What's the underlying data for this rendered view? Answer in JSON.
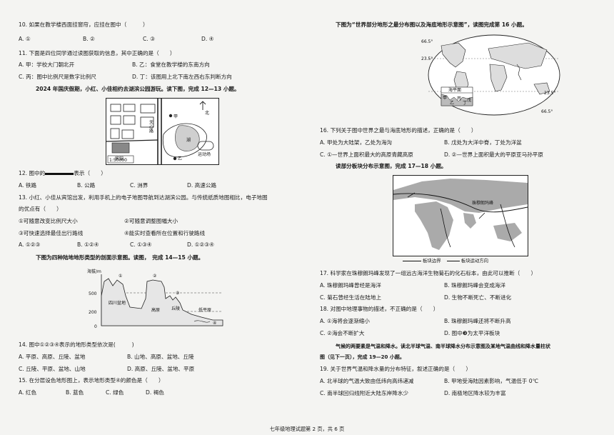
{
  "left": {
    "q10": {
      "stem": "10. 如果在教学楼西面挂窗帘，应挂在图中（　　　）",
      "a": "A. ①",
      "b": "B. ②",
      "c": "C. ③",
      "d": "D. ④"
    },
    "q11": {
      "stem": "11. 下面是四位同学通过读图获取的信息，其中正确的是（　　）",
      "a": "A. 甲：学校大门朝北开",
      "b": "B. 乙：食堂在教学楼的东南方向",
      "c": "C. 丙：图中比例尺是数字比例尺",
      "d": "D. 丁：该图用上北下南左西右东判断方向"
    },
    "intro12": "2024 年国庆假期，小红、小佳相约去湖滨公园游玩。读下图，完成 12—13 小题。",
    "map": {
      "scale": "1:50000",
      "labels": {
        "north": "北",
        "jia": "甲",
        "yi": "乙",
        "lake": "湖",
        "binguan": "宾馆",
        "sports": "运动场",
        "tianxin": "天心路",
        "hubin": "湖滨路"
      }
    },
    "q12": {
      "stem_pre": "12. 图中的",
      "stem_post": "表示（　　）",
      "a": "A. 铁路",
      "b": "B. 公路",
      "c": "C. 洲界",
      "d": "D. 高速公路"
    },
    "q13": {
      "stem1": "13. 小红、小佳从宾馆出发，利用手机上的电子地图导航到达湖滨公园。与传统纸质地图相比，电子地图",
      "stem2": "的优点有（　　）",
      "o1": "①可随意改变比例尺大小",
      "o2": "②可随意调整图幅大小",
      "o3": "③可快速选择最佳出行路线",
      "o4": "④能实时查看所在位置和行驶路线",
      "a": "A. ①②③",
      "b": "B. ①②④",
      "c": "C. ①③④",
      "d": "D. ①②③④"
    },
    "intro14": "下图为四种陆地地形类型的剖面示意图。读图，　完成 14—15 小题。",
    "profile": {
      "ylabel": "海拔/m",
      "ticks": [
        "500",
        "200",
        "0"
      ],
      "sichuan": "四川盆地",
      "plateau": "高原",
      "hill": "丘陵",
      "plain": "低平原",
      "n1": "①",
      "n2": "②",
      "n3": "③",
      "n4": "④"
    },
    "q14": {
      "stem": "14. 图中①②③④表示的地形类型依次是(　　　)",
      "a": "A. 平原、高原、丘陵、盆地",
      "b": "B. 山地、高原、盆地、丘陵",
      "c": "C. 丘陵、平原、盆地、山地",
      "d": "D. 高原、丘陵、盆地、平原"
    },
    "q15": {
      "stem": "15. 在分层设色地形图上，表示地形类型④的颜色是（　　）",
      "a": "A. 红色",
      "b": "B. 蓝色",
      "c": "C. 绿色",
      "d": "D. 褐色"
    }
  },
  "right": {
    "intro16": "下图为“世界部分地形之最分布图以及海底地形示意图”，读图完成第 16 小题。",
    "worldmap": {
      "lat1": "23.5°",
      "lat2": "66.5°",
      "lat3": "23.5°",
      "lat4": "66.5°",
      "inset": "海平面",
      "jia": "甲",
      "yi": "乙",
      "bing": "丙",
      "ding": "丁",
      "wu": "戊"
    },
    "q16": {
      "stem": "16. 下列关于图中世界之最与海底地形的描述，正确的是（　　）",
      "a": "A. 甲处为大陆架，乙处为海沟",
      "b": "B. 戊处为大洋中脊，丁处为洋盆",
      "c": "C. ①—世界上面积最大的高原青藏高原",
      "d": "D. ②—世界上面积最大的平原亚马孙平原"
    },
    "intro17": "读部分板块分布示意图，完成 17—18 小题。",
    "platemap": {
      "everest": "珠穆朗玛峰",
      "legend_boundary": "板块边界",
      "legend_motion": "板块运动方向"
    },
    "q17": {
      "stem": "17. 科学家在珠穆朗玛峰发现了一组远古海洋生物菊石的化石标本，由此可以推断（　　）",
      "a": "A. 珠穆朗玛峰曾经是海洋",
      "b": "B. 珠穆朗玛峰会变成海洋",
      "c": "C. 菊石曾经生活在陆地上",
      "d": "D. 生物不断死亡、不断进化"
    },
    "q18": {
      "stem": "18. 对图中地理事物的描述，不正确的是（　　）",
      "a": "A. ①海将会逐渐缩小",
      "b": "B. 珠穆朗玛峰还将不断升高",
      "c": "C. ②海会不断扩大",
      "d": "D. 图中❸为太平洋板块"
    },
    "intro19_1": "气候的两要素是气温和降水。读北半球气温、南半球降水分布示意图及某地气温曲线和降水量柱状",
    "intro19_2": "图（见下一页），完成 19—20 小题。",
    "q19": {
      "stem": "19. 关于世界气温和降水量的分布特征，叙述正确的是（　　）",
      "a": "A. 北半球的气温大致由低纬向高纬递减",
      "b": "B. 甲地受海陆因素影响，气温低于 0℃",
      "c": "C. 南半球回归线附近大陆东岸降水少",
      "d": "D. 南极地区降水较为丰富"
    }
  },
  "footer": "七年级地理试题第 2 页，共 6 页"
}
